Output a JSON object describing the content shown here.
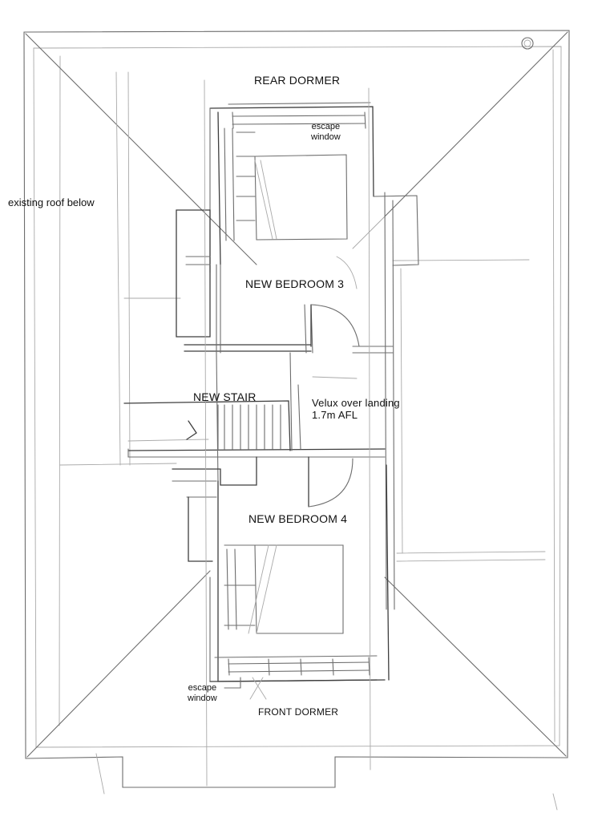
{
  "labels": {
    "rear_dormer": "REAR DORMER",
    "front_dormer": "FRONT DORMER",
    "existing_roof": "existing roof below",
    "bedroom_3": "NEW BEDROOM 3",
    "bedroom_4": "NEW BEDROOM 4",
    "new_stair": "NEW STAIR",
    "velux_line1": "Velux over landing",
    "velux_line2": "1.7m AFL",
    "escape_window_rear_line1": "escape",
    "escape_window_rear_line2": "window",
    "escape_window_front_line1": "escape",
    "escape_window_front_line2": "window"
  },
  "colors": {
    "pencil": "#6d6d6d",
    "pencil_light": "#a9a9a9",
    "ink": "#111111",
    "paper": "#ffffff"
  }
}
